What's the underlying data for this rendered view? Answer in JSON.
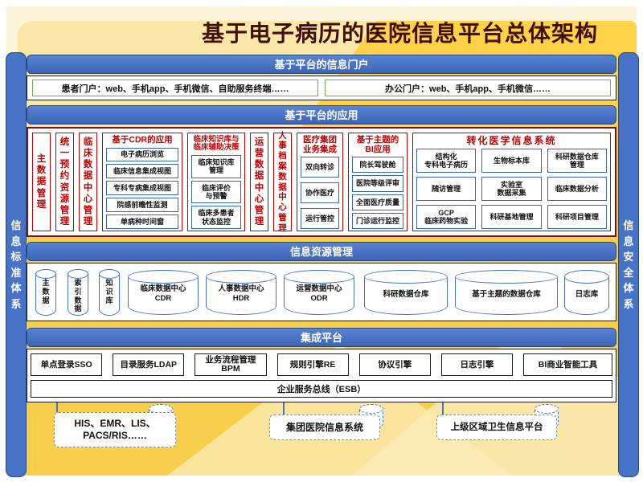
{
  "title": "基于电子病历的医院信息平台总体架构",
  "side_bars": {
    "left": "信息标准体系",
    "right": "信息安全体系"
  },
  "colors": {
    "header_blue": "#4673C8",
    "accent_red": "#C00000",
    "gold": "#FFD247",
    "item_border_blue": "#3568B0",
    "portal_green": "#70AD47",
    "app_frame_maroon": "#7A1414"
  },
  "portal": {
    "header": "基于平台的信息门户",
    "patient_portal": "患者门户：web、手机app、手机微信、自助服务终端……",
    "office_portal": "办公门户：web、手机app、手机微信……"
  },
  "application": {
    "header": "基于平台的应用",
    "vertical_labels": [
      "主数据管理",
      "统一预约资源管理",
      "临床数据中心管理",
      "运营数据中心管理",
      "人事档案数据中心管理"
    ],
    "cdr": {
      "title": "基于CDR的应用",
      "items": [
        "电子病历浏览",
        "临床信息集成视图",
        "专科专病集成视图",
        "院感前瞻性监测",
        "单病种时间窗"
      ]
    },
    "knowledge": {
      "title": "临床知识库与\n临床辅助决策",
      "items": [
        "临床知识库\n管理",
        "临床评价\n与预警",
        "临床多患者\n状态监控"
      ]
    },
    "medical_group": {
      "title": "医疗集团\n业务集成",
      "items": [
        "双向转诊",
        "协作医疗",
        "运行管控"
      ]
    },
    "bi": {
      "title": "基于主题的\nBI应用",
      "items": [
        "院长驾驶舱",
        "医院等级评审",
        "全面医疗质量",
        "门诊运行监控"
      ]
    },
    "translational": {
      "title": "转化医学信息系统",
      "items": [
        "结构化\n专科电子病历",
        "生物标本库",
        "科研数据仓库\n管理",
        "随访管理",
        "实验室\n数据采集",
        "临床数据分析",
        "GCP\n临床药物实验",
        "科研基地管理",
        "科研项目管理"
      ]
    }
  },
  "resources": {
    "header": "信息资源管理",
    "small_cylinders": [
      "主数据",
      "索引数据",
      "知识库"
    ],
    "large_cylinders": [
      "临床数据中心\nCDR",
      "人事数据中心\nHDR",
      "运营数据中心\nODR",
      "科研数据仓库",
      "基于主题的数据仓库",
      "日志库"
    ]
  },
  "integration": {
    "header": "集成平台",
    "engines": [
      "单点登录SSO",
      "目录服务LDAP",
      "业务流程管理\nBPM",
      "规则引擎RE",
      "协议引擎",
      "日志引擎",
      "BI商业智能工具"
    ],
    "esb": "企业服务总线（ESB）"
  },
  "external_systems": [
    "HIS、EMR、LIS、\nPACS/RIS……",
    "集团医院信息系统",
    "上级区域卫生信息平台"
  ]
}
